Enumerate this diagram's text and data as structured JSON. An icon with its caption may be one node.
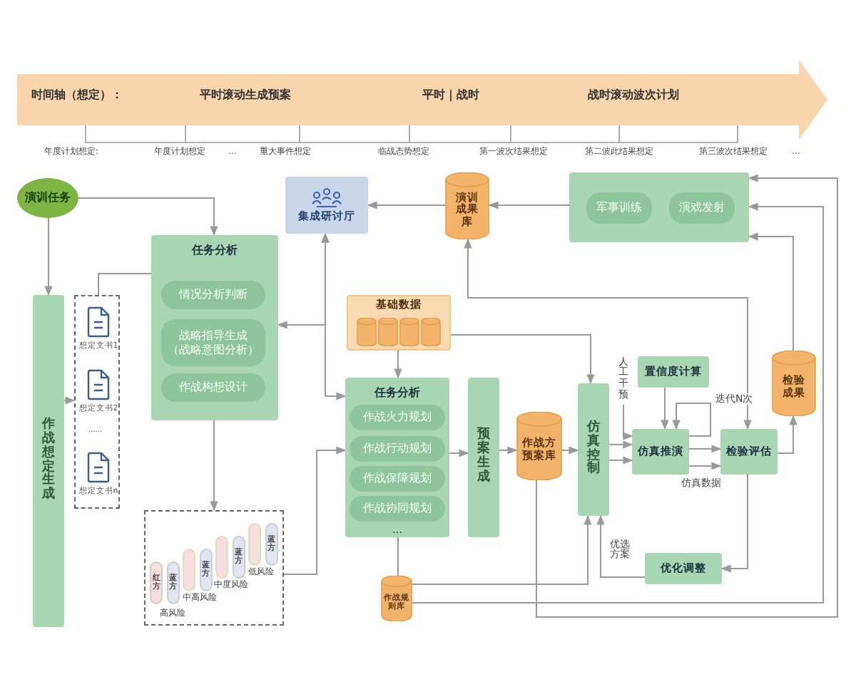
{
  "diagram": {
    "nodes": [
      {
        "text": [
          "演训任务"
        ]
      },
      {
        "text": [
          "作战想定生成"
        ]
      },
      {
        "text": [],
        "shape": "box"
      },
      {
        "text": [
          "想定文书1"
        ],
        "in": 2
      },
      {
        "text": [
          "想定文书2"
        ],
        "in": 2
      },
      {
        "text": [
          "想定文书n"
        ],
        "in": 2
      },
      {
        "text": [
          "任务分析"
        ]
      },
      {
        "text": [
          "情况分析判断"
        ],
        "in": 6
      },
      {
        "text": [
          "战略指导生成（战略意图分析）"
        ],
        "in": 6
      },
      {
        "text": [
          "作战构想设计"
        ],
        "in": 6
      },
      {
        "text": [
          "集成研讨厅"
        ]
      },
      {
        "text": [
          "演训成果库"
        ]
      },
      {
        "text": [],
        "shape": "box"
      },
      {
        "text": [
          "军事训练"
        ],
        "in": 12
      },
      {
        "text": [
          "演戏发射"
        ],
        "in": 12
      },
      {
        "text": [
          "基础数据"
        ]
      },
      {
        "text": [],
        "shape": "cylinder",
        "in": 15
      },
      {
        "text": [],
        "shape": "cylinder",
        "in": 15
      },
      {
        "text": [],
        "shape": "cylinder",
        "in": 15
      },
      {
        "text": [],
        "shape": "cylinder",
        "in": 15
      },
      {
        "text": [
          "任务分析",
          "…"
        ]
      },
      {
        "text": [
          "作战火力规划"
        ],
        "in": 20
      },
      {
        "text": [
          "作战行动规划"
        ],
        "in": 20
      },
      {
        "text": [
          "作战保障规划"
        ],
        "in": 20
      },
      {
        "text": [
          "作战协同规划"
        ],
        "in": 20
      },
      {
        "text": [
          "预案生成"
        ]
      },
      {
        "text": [
          "作战方预案库"
        ]
      },
      {
        "text": [
          "仿真控制"
        ]
      },
      {
        "text": [
          "置信度计算"
        ]
      },
      {
        "text": [
          "仿真推演"
        ]
      },
      {
        "text": [
          "检验评估"
        ]
      },
      {
        "text": [
          "检验成果"
        ]
      },
      {
        "text": [
          "优化调整"
        ]
      },
      {
        "text": [
          "作战规则库"
        ]
      },
      {
        "text": [],
        "shape": "box"
      },
      {
        "text": [
          "红方"
        ],
        "in": 34
      },
      {
        "text": [
          "蓝方"
        ],
        "in": 34
      },
      {
        "text": [],
        "shape": "bar",
        "in": 34
      },
      {
        "text": [
          "蓝方"
        ],
        "in": 34
      },
      {
        "text": [],
        "shape": "bar",
        "in": 34
      },
      {
        "text": [
          "蓝方"
        ],
        "in": 34
      },
      {
        "text": [],
        "shape": "bar",
        "in": 34
      },
      {
        "text": [
          "蓝方"
        ],
        "in": 34
      },
      {
        "text": [
          "人工干预"
        ]
      }
    ],
    "edges": [
      {
        "from": 0,
        "to": 1,
        "arrow": "to"
      },
      {
        "from": 0,
        "to": 6,
        "arrow": "to"
      },
      {
        "from": 1,
        "to": 2,
        "arrow": "to"
      },
      {
        "from": 2,
        "to": 6,
        "arrow": "none"
      },
      {
        "from": 10,
        "to": 6,
        "arrow": "both"
      },
      {
        "from": 10,
        "to": 20,
        "arrow": "both"
      },
      {
        "from": 11,
        "to": 10,
        "arrow": "to"
      },
      {
        "from": 12,
        "to": 11,
        "arrow": "to"
      },
      {
        "from": 15,
        "to": 20,
        "arrow": "to"
      },
      {
        "from": 15,
        "to": 27,
        "arrow": "to"
      },
      {
        "from": 6,
        "to": 34,
        "arrow": "to"
      },
      {
        "from": 34,
        "to": 20,
        "arrow": "to"
      },
      {
        "from": 20,
        "to": 25,
        "arrow": "to"
      },
      {
        "from": 25,
        "to": 26,
        "arrow": "to"
      },
      {
        "from": 26,
        "to": 27,
        "arrow": "to"
      },
      {
        "from": 27,
        "to": 29,
        "arrow": "to"
      },
      {
        "from": 27,
        "to": 29,
        "arrow": "to"
      },
      {
        "from": 28,
        "to": 29,
        "arrow": "to"
      },
      {
        "from": 29,
        "to": 29,
        "arrow": "to",
        "label": "迭代N次"
      },
      {
        "from": 43,
        "to": 29,
        "arrow": "to"
      },
      {
        "from": 29,
        "to": 30,
        "arrow": "to"
      },
      {
        "from": 29,
        "to": 30,
        "arrow": "to",
        "label": "仿真数据"
      },
      {
        "from": 30,
        "to": 31,
        "arrow": "to"
      },
      {
        "from": 11,
        "to": 30,
        "arrow": "both"
      },
      {
        "from": 30,
        "to": 32,
        "arrow": "to"
      },
      {
        "from": 32,
        "to": 27,
        "arrow": "to",
        "label": "优选方案"
      },
      {
        "from": 33,
        "to": 27,
        "arrow": "to"
      },
      {
        "from": 20,
        "to": 33,
        "arrow": "none"
      },
      {
        "from": 31,
        "to": 12,
        "arrow": "to"
      },
      {
        "from": 33,
        "to": 12,
        "arrow": "to"
      },
      {
        "from": 26,
        "to": 12,
        "arrow": "to"
      }
    ],
    "labels": [
      "时间轴（想定）：",
      "平时滚动生成预案",
      "平时｜战时",
      "战时滚动波次计划",
      "年度计划想定:",
      "年度计划想定",
      "…",
      "重大事件想定",
      "临战态势想定",
      "第一波次结果想定",
      "第二波此结果想定",
      "第三波次结果想定",
      "…",
      "......",
      "高风险",
      "中高风险",
      "中度风险",
      "低风险"
    ]
  }
}
